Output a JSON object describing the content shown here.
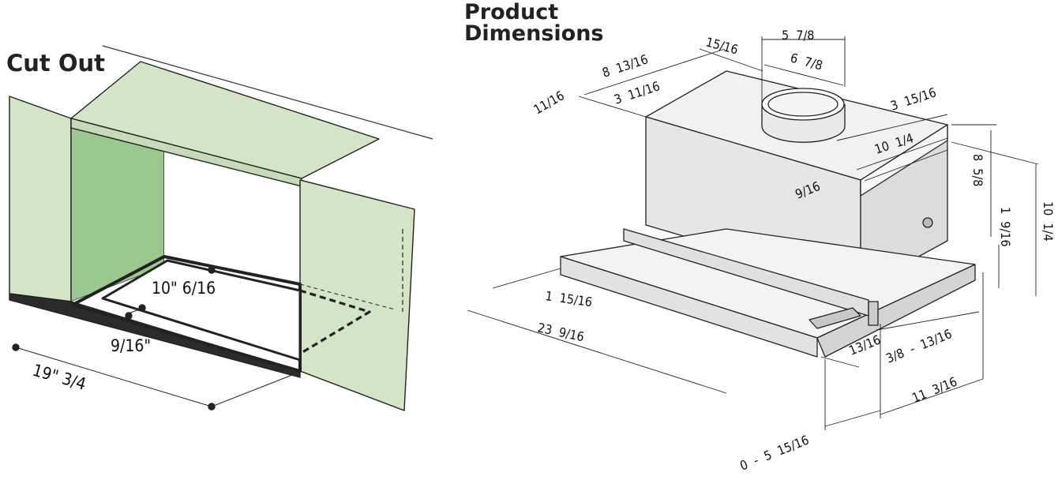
{
  "titles": {
    "cutout": "Cut Out",
    "product": "Product\nDimensions"
  },
  "colors": {
    "wall_light": "#d4e4c6",
    "wall_dark": "#9ac88e",
    "line": "#222222",
    "metal": "#ededed"
  },
  "cutout": {
    "depth": "10\" 6/16",
    "frame": "9/16\"",
    "width": "19\" 3/4"
  },
  "product": {
    "duct_outer": "5  7/8",
    "duct_inner": "6  7/8",
    "top_small": "15/16",
    "top_depth": "8  13/16",
    "top_offset": "3  11/16",
    "side_offset": "3  15/16",
    "edge_small": "11/16",
    "body_depth": "10  1/4",
    "body_front": "9/16",
    "body_height": "8  5/8",
    "total_height": "10  1/4",
    "visor_height": "1  9/16",
    "visor_front": "1  15/16",
    "total_width": "23  9/16",
    "visor_edge": "13/16",
    "visor_range": "3/8  -  13/16",
    "visor_depth": "11  3/16",
    "extension": "0  -  5  15/16"
  }
}
